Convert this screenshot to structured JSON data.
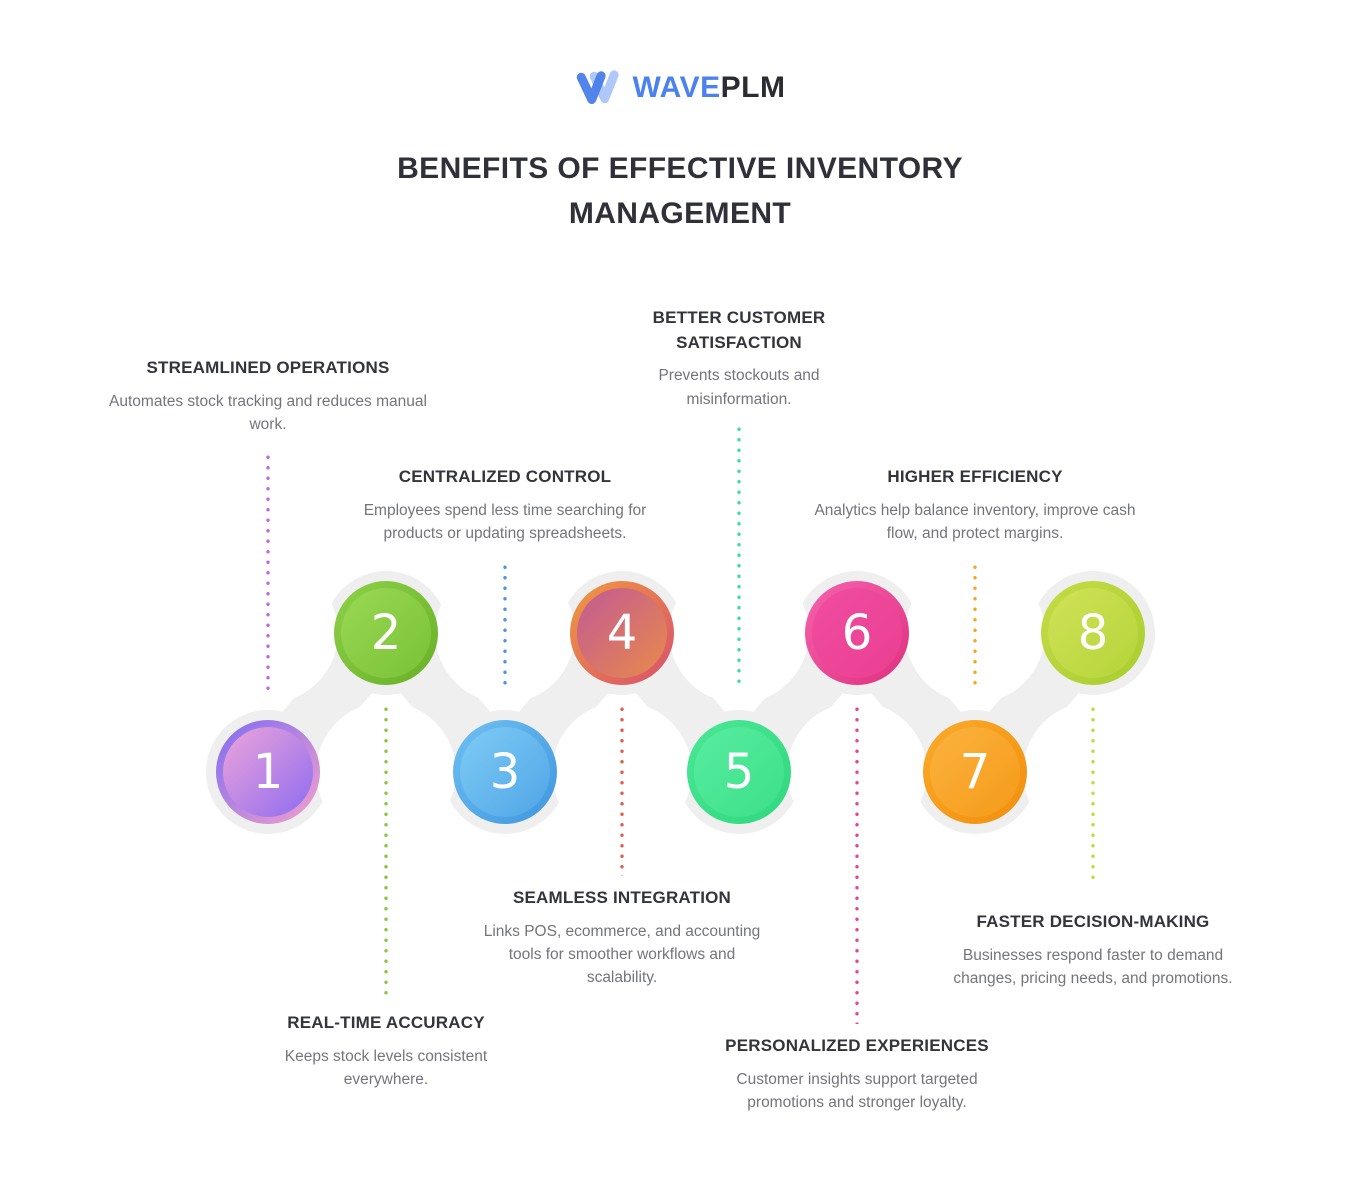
{
  "logo": {
    "icon": "wave-w-icon",
    "wave": "WAVE",
    "plm": "PLM",
    "wave_color": "#4b82ee",
    "plm_color": "#2b2c31"
  },
  "title": "BENEFITS OF EFFECTIVE INVENTORY MANAGEMENT",
  "title_color": "#2f3038",
  "chain_color": "#efefef",
  "items": [
    {
      "number": "1",
      "title": "STREAMLINED OPERATIONS",
      "description": "Automates stock tracking and reduces manual work.",
      "colors": {
        "outer": [
          "#7d6cf2",
          "#f4a0cc"
        ],
        "inner": [
          "#eda4da",
          "#8e6cf0"
        ],
        "dot": "#c168e0"
      }
    },
    {
      "number": "2",
      "title": "REAL-TIME ACCURACY",
      "description": "Keeps stock levels consistent everywhere.",
      "colors": {
        "outer": [
          "#8ed14a",
          "#68b026"
        ],
        "inner": [
          "#9ad854",
          "#79c236"
        ],
        "dot": "#8cc63f"
      }
    },
    {
      "number": "3",
      "title": "CENTRALIZED CONTROL",
      "description": "Employees spend less time searching for products or updating spreadsheets.",
      "colors": {
        "outer": [
          "#6fc0f2",
          "#3f96de"
        ],
        "inner": [
          "#7ecbf5",
          "#4fa5e6"
        ],
        "dot": "#4f93e8"
      }
    },
    {
      "number": "4",
      "title": "SEAMLESS INTEGRATION",
      "description": "Links POS, ecommerce, and accounting tools for smoother workflows and scalability.",
      "colors": {
        "outer": [
          "#f09a3e",
          "#d8506e"
        ],
        "inner": [
          "#c25a96",
          "#e88a49"
        ],
        "dot": "#e25f4c"
      }
    },
    {
      "number": "5",
      "title": "BETTER CUSTOMER SATISFACTION",
      "description": "Prevents stockouts and misinformation.",
      "colors": {
        "outer": [
          "#4ae896",
          "#30d77d"
        ],
        "inner": [
          "#58ed9f",
          "#3cdf8a"
        ],
        "dot": "#3bdfa6"
      }
    },
    {
      "number": "6",
      "title": "PERSONALIZED EXPERIENCES",
      "description": "Customer insights support targeted promotions and stronger loyalty.",
      "colors": {
        "outer": [
          "#f563ae",
          "#e0307f"
        ],
        "inner": [
          "#f04da0",
          "#ea3f92"
        ],
        "dot": "#ee4490"
      }
    },
    {
      "number": "7",
      "title": "HIGHER EFFICIENCY",
      "description": "Analytics help balance inventory, improve cash flow, and protect margins.",
      "colors": {
        "outer": [
          "#fbaa2b",
          "#f18f0c"
        ],
        "inner": [
          "#fcb33f",
          "#f49a18"
        ],
        "dot": "#f6a623"
      }
    },
    {
      "number": "8",
      "title": "FASTER DECISION-MAKING",
      "description": "Businesses respond faster to demand changes, pricing needs, and promotions.",
      "colors": {
        "outer": [
          "#c6dc48",
          "#a8cd2e"
        ],
        "inner": [
          "#d1e257",
          "#b4d43a"
        ],
        "dot": "#c5d93c"
      }
    }
  ]
}
